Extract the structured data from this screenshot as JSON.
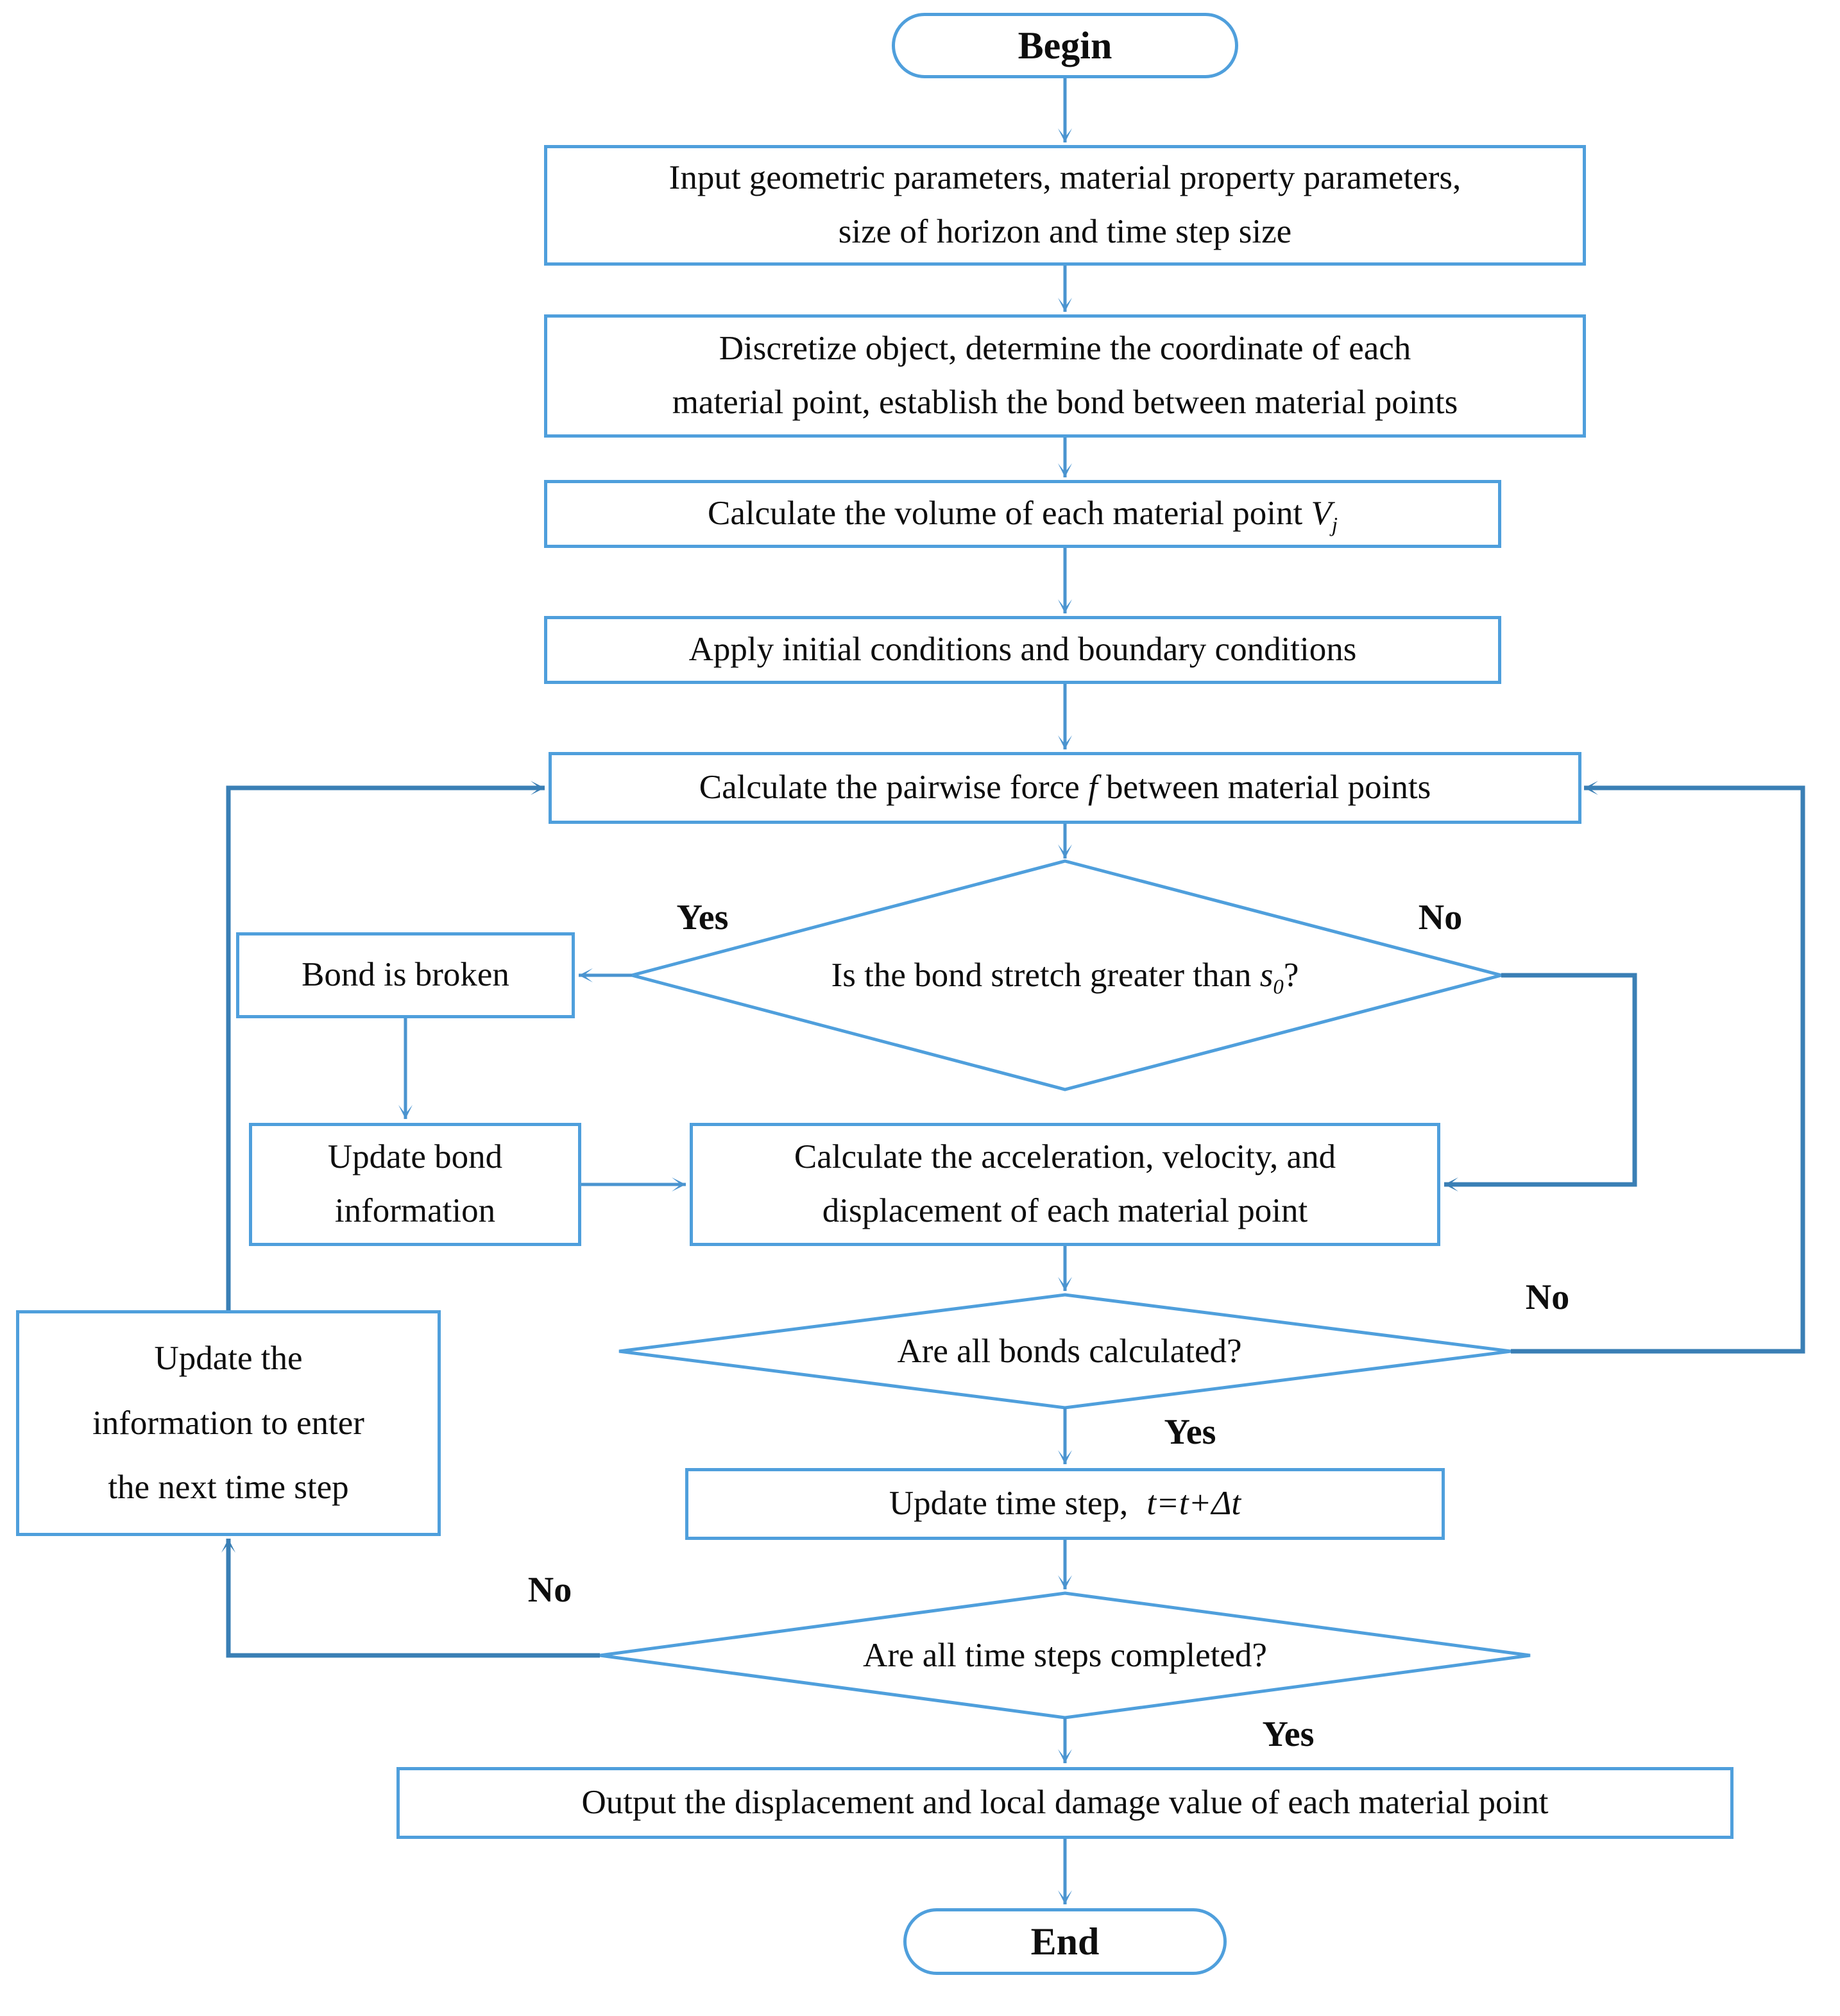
{
  "figure": {
    "kind": "flowchart",
    "background": "#ffffff"
  },
  "colors": {
    "shape_border": "#4f9fdc",
    "connector": "#4a94d0",
    "loop_connector": "#3a7fb5",
    "text": "#0e0e0e"
  },
  "nodes": {
    "begin": {
      "label": "Begin"
    },
    "input": {
      "lines": [
        "Input geometric parameters, material property parameters,",
        "size of horizon and time step size"
      ]
    },
    "discretize": {
      "lines": [
        "Discretize object, determine the coordinate of each",
        "material point, establish the bond between material points"
      ]
    },
    "volume": {
      "pre": "Calculate the volume of each material point ",
      "var": "V",
      "sub": "j"
    },
    "apply": {
      "label": "Apply initial conditions and boundary conditions"
    },
    "pairwise": {
      "pre": "Calculate the  pairwise force ",
      "var": "f",
      "post": " between material points"
    },
    "decision_bond_stretch": {
      "pre": "Is the bond stretch greater than ",
      "var": "s",
      "sub": "0",
      "post": "?"
    },
    "bond_broken": {
      "label": "Bond is broken"
    },
    "update_bond": {
      "lines": [
        "Update bond",
        "information"
      ]
    },
    "acceleration": {
      "lines": [
        "Calculate the acceleration, velocity, and",
        "displacement of each material point"
      ]
    },
    "decision_bonds_calculated": {
      "label": "Are all bonds calculated?"
    },
    "update_time": {
      "pre": "Update time step,",
      "formula": "t=t+Δt"
    },
    "decision_time_steps": {
      "label": "Are all time steps completed?"
    },
    "update_info": {
      "lines": [
        "Update the",
        "information to enter",
        "the next time step"
      ]
    },
    "output": {
      "label": "Output the displacement and local damage value of each material point"
    },
    "end": {
      "label": "End"
    }
  },
  "labels": {
    "yes1": "Yes",
    "no1": "No",
    "yes2": "Yes",
    "no2": "No",
    "yes3": "Yes",
    "no3": "No"
  }
}
